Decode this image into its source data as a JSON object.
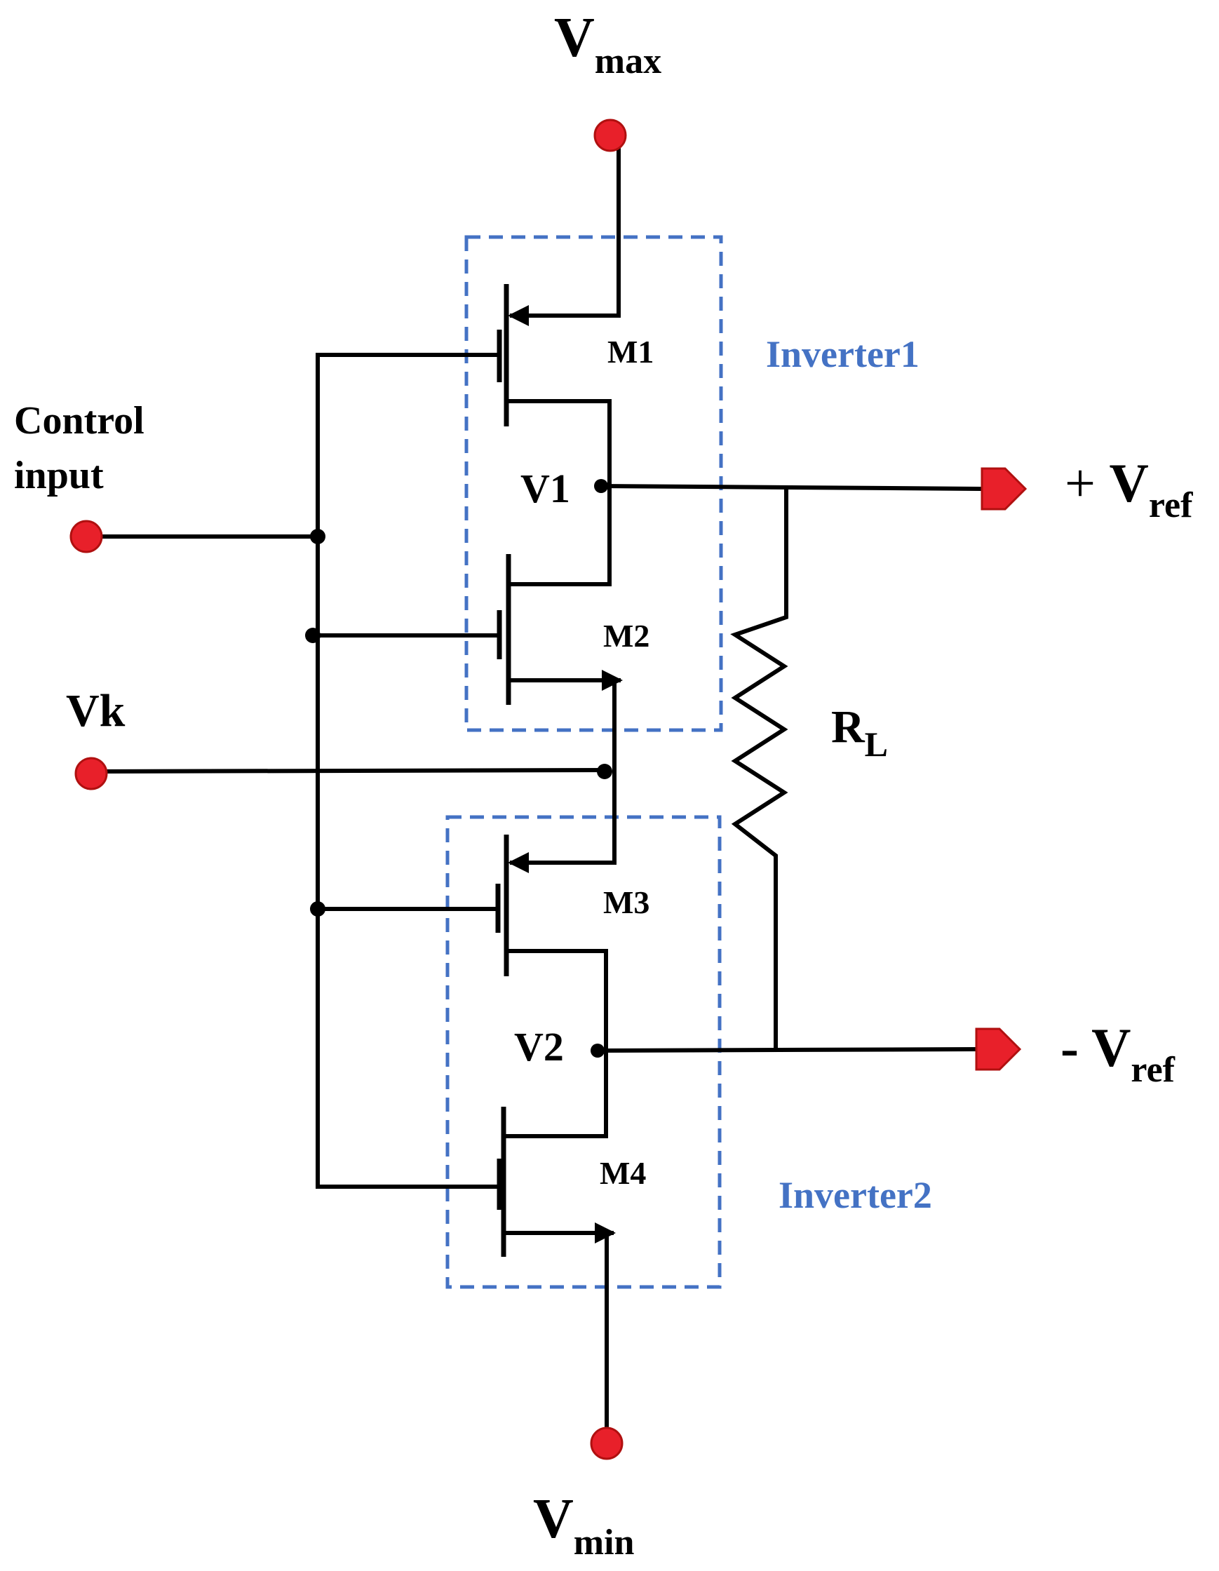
{
  "terminals": {
    "vmax": {
      "main": "V",
      "sub": "max"
    },
    "vmin": {
      "main": "V",
      "sub": "min"
    },
    "control": {
      "line1": "Control",
      "line2": "input"
    },
    "vk": "Vk"
  },
  "nodes": {
    "v1": "V1",
    "v2": "V2"
  },
  "transistors": {
    "m1": "M1",
    "m2": "M2",
    "m3": "M3",
    "m4": "M4"
  },
  "blocks": {
    "inverter1": "Inverter1",
    "inverter2": "Inverter2"
  },
  "resistor": {
    "main": "R",
    "sub": "L"
  },
  "outputs": {
    "pos": {
      "prefix": "+ ",
      "main": "V",
      "sub": "ref"
    },
    "neg": {
      "prefix": "- ",
      "main": "V",
      "sub": "ref"
    }
  },
  "colors": {
    "terminal": "#E8202A",
    "box": "#4472C4",
    "wire": "#000000"
  }
}
